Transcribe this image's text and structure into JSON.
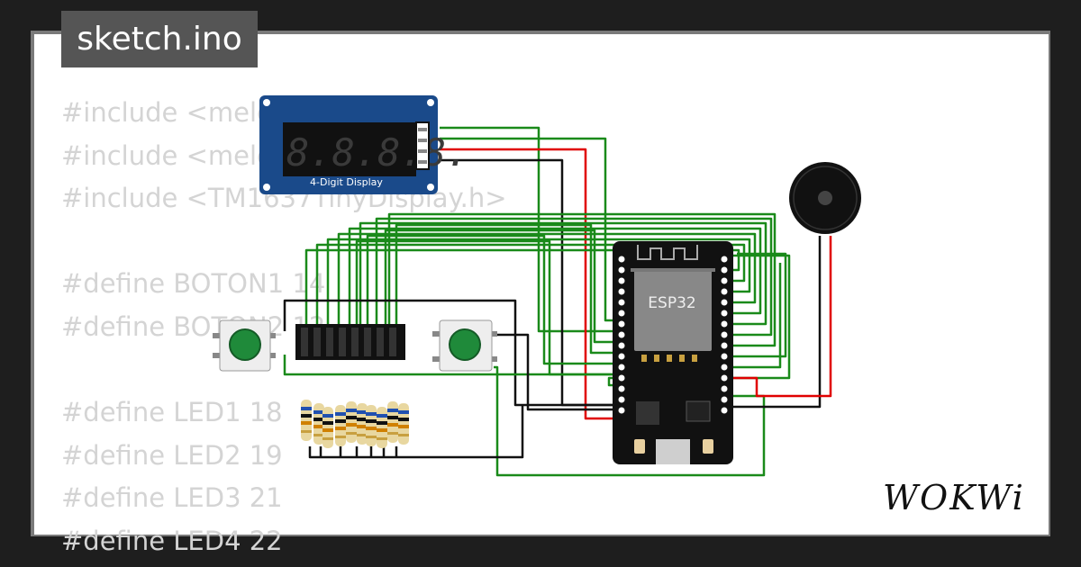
{
  "file": {
    "name": "sketch.ino"
  },
  "code_lines": [
    "#include <melodies.h>",
    "#include <melodies.h>",
    "#include <TM1637TinyDisplay.h>",
    "",
    "#define BOTON1 14",
    "#define BOTON2 12",
    "",
    "#define LED1 18",
    "#define LED2 19",
    "#define LED3 21",
    "#define LED4 22"
  ],
  "display": {
    "digits": "8.8.8.8.",
    "label": "4-Digit Display"
  },
  "board": {
    "label": "ESP32"
  },
  "brand": {
    "logo_text": "WOKWi"
  },
  "colors": {
    "wire_green": "#1a8a1a",
    "wire_red": "#e00000",
    "wire_black": "#111111",
    "display_blue": "#1a4a8a",
    "button_green": "#1f8a3a",
    "code_text": "#d4d4d4"
  }
}
